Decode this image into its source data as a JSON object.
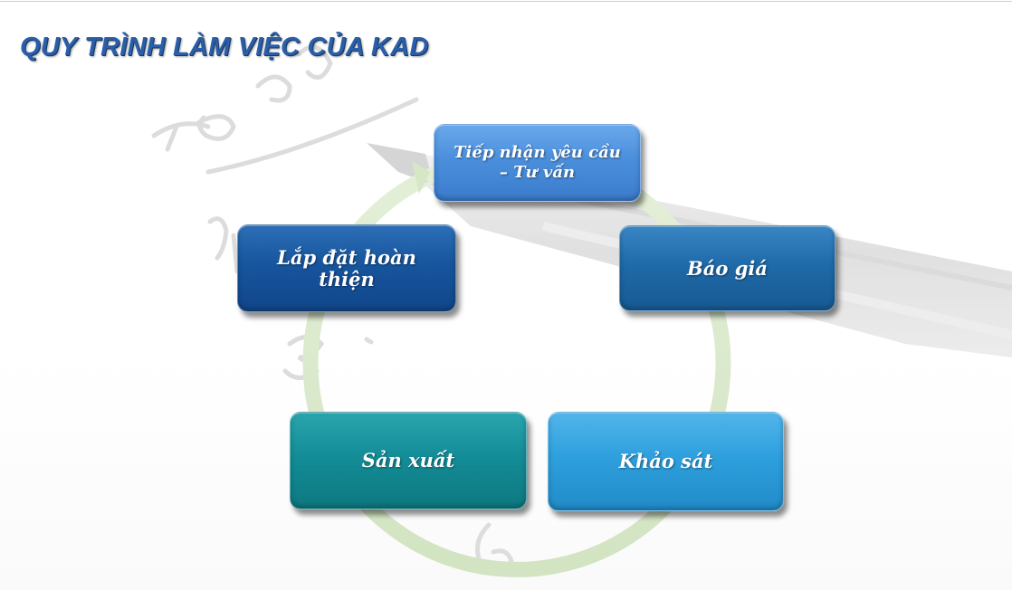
{
  "title": "QUY TRÌNH LÀM VIỆC CỦA KAD",
  "colors": {
    "title": "#2a5ea8",
    "ring": "#d8e8cc",
    "step1": "#4a8fdc",
    "step2": "#1f6aa8",
    "step3": "#2ea0de",
    "step4": "#138d97",
    "step5": "#17559e"
  },
  "steps": [
    {
      "label": "Tiếp nhận yêu cầu\n– Tư vấn"
    },
    {
      "label": "Báo giá"
    },
    {
      "label": "Khảo sát"
    },
    {
      "label": "Sản xuất"
    },
    {
      "label": "Lắp đặt hoàn thiện"
    }
  ]
}
